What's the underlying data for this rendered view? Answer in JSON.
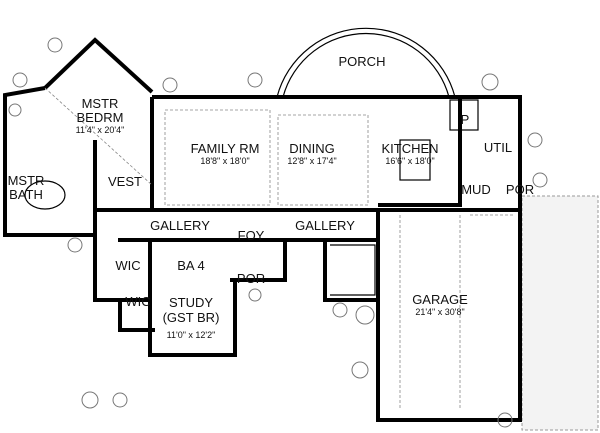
{
  "rooms": {
    "porch": {
      "name": "PORCH"
    },
    "master_bedroom": {
      "name_line1": "MSTR",
      "name_line2": "BEDRM",
      "size": "11'4\" x 20'4\""
    },
    "family_room": {
      "name": "FAMILY RM",
      "size": "18'8\" x 18'0\""
    },
    "dining": {
      "name": "DINING",
      "size": "12'8\" x 17'4\""
    },
    "kitchen": {
      "name": "KITCHEN",
      "size": "16'6\" x 18'0\""
    },
    "pantry": {
      "name": "P"
    },
    "utility": {
      "name": "UTIL"
    },
    "master_bath": {
      "name_line1": "MSTR",
      "name_line2": "BATH"
    },
    "vestibule": {
      "name": "VEST"
    },
    "mud": {
      "name": "MUD"
    },
    "rear_porch": {
      "name": "POR"
    },
    "gallery_left": {
      "name": "GALLERY"
    },
    "foyer": {
      "name": "FOY"
    },
    "gallery_right": {
      "name": "GALLERY"
    },
    "wic_1": {
      "name": "WIC"
    },
    "bath_4": {
      "name": "BA 4"
    },
    "front_porch": {
      "name": "POR"
    },
    "wic_2": {
      "name": "WIC"
    },
    "study": {
      "name_line1": "STUDY",
      "name_line2": "(GST BR)",
      "size": "11'0\" x 12'2\""
    },
    "garage": {
      "name": "GARAGE",
      "size": "21'4\" x 30'8\""
    }
  }
}
